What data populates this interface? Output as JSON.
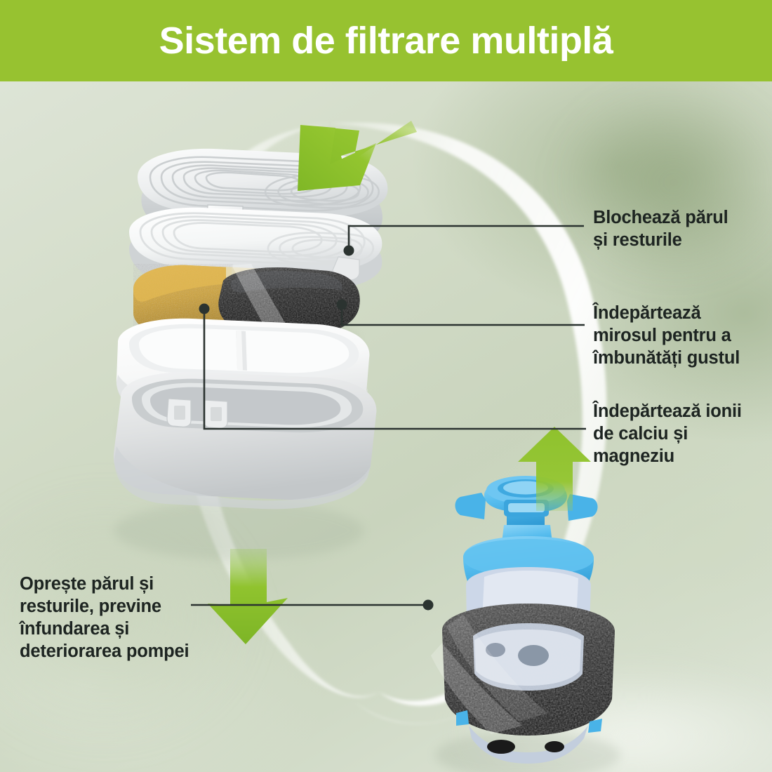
{
  "header": {
    "title": "Sistem de filtrare multiplă",
    "bg_color": "#97c230",
    "text_color": "#ffffff"
  },
  "theme": {
    "accent_green": "#97c230",
    "arrow_green": "#8dbe2f",
    "background_green_light": "#dde4d6",
    "background_green_dark": "#c9d4bd",
    "text_dark": "#1d2421",
    "leader_line": "#2b3330",
    "pump_blue": "#5bbcee",
    "carbon_black": "#1e1e1e",
    "resin_gold": "#d6a93a",
    "housing_white": "#fdfdfd",
    "housing_gray": "#d9dcdc"
  },
  "callouts": [
    {
      "id": "callout-filter-mesh",
      "lines": [
        "Blochează părul",
        "și resturile"
      ],
      "text": "Blochează părul și resturile"
    },
    {
      "id": "callout-carbon",
      "lines": [
        "Îndepărtează",
        "mirosul pentru a",
        "îmbunătăți gustul"
      ],
      "text": "Îndepărtează mirosul pentru a îmbunătăți gustul"
    },
    {
      "id": "callout-resin",
      "lines": [
        "Îndepărtează ionii",
        "de calciu și",
        "magneziu"
      ],
      "text": "Îndepărtează ionii de calciu și magneziu"
    },
    {
      "id": "callout-pump-sponge",
      "lines": [
        "Oprește părul și",
        "resturile, previne",
        "înfundarea și",
        "deteriorarea pompei"
      ],
      "text": "Oprește părul și resturile, previne înfundarea și deteriorarea pompei"
    }
  ],
  "components": [
    {
      "id": "top-grille-lid",
      "label": "top-grille-lid"
    },
    {
      "id": "second-grille-lid",
      "label": "second-grille-lid"
    },
    {
      "id": "ion-exchange-resin-block",
      "label": "ion-exchange-resin-block"
    },
    {
      "id": "activated-carbon-block",
      "label": "activated-carbon-block"
    },
    {
      "id": "white-filter-tray",
      "label": "white-filter-tray"
    },
    {
      "id": "gray-filter-housing",
      "label": "gray-filter-housing"
    },
    {
      "id": "pump-head-blue",
      "label": "pump-head-blue"
    },
    {
      "id": "pump-foam-sponge",
      "label": "pump-foam-sponge"
    }
  ],
  "arrows": [
    {
      "id": "arrow-top-inflow",
      "direction": "down-left"
    },
    {
      "id": "arrow-bottom-left-outflow",
      "direction": "down"
    },
    {
      "id": "arrow-pump-upflow",
      "direction": "up"
    }
  ]
}
